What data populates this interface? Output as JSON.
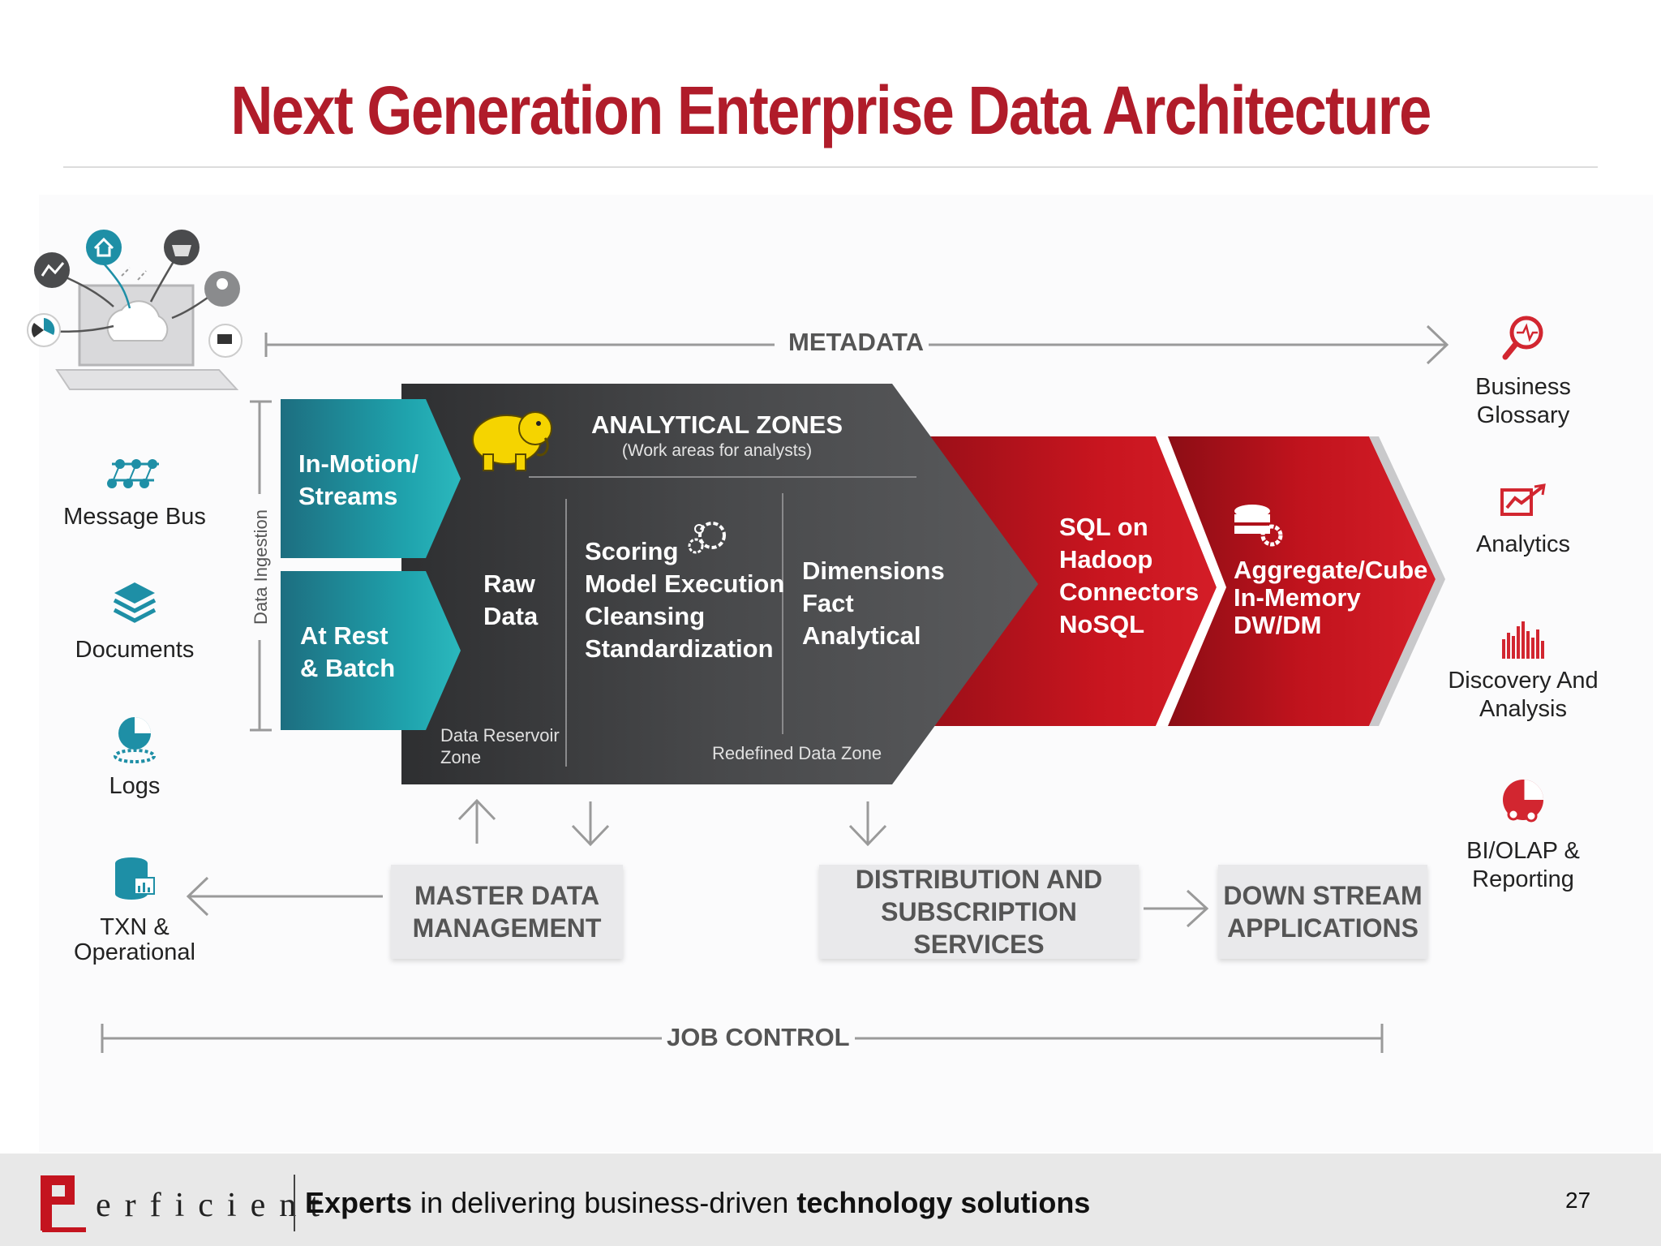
{
  "title": "Next Generation Enterprise Data Architecture",
  "metadata_label": "METADATA",
  "job_control_label": "JOB CONTROL",
  "data_ingestion_label": "Data Ingestion",
  "sources": [
    {
      "label": "Message Bus",
      "icon": "message-bus-icon"
    },
    {
      "label": "Documents",
      "icon": "documents-stack-icon"
    },
    {
      "label": "Logs",
      "icon": "logs-icon"
    },
    {
      "label": "TXN &\nOperational",
      "icon": "database-chart-icon"
    }
  ],
  "ingestion": {
    "streams": "In-Motion/\nStreams",
    "batch": "At Rest\n& Batch"
  },
  "analytical_zones": {
    "title": "ANALYTICAL ZONES",
    "subtitle": "(Work areas for analysts)",
    "raw_data": "Raw\nData",
    "processing": "Scoring\nModel Execution\nCleansing\nStandardization",
    "dimensions": "Dimensions\nFact\nAnalytical",
    "reservoir_zone": "Data Reservoir\nZone",
    "redefined_zone": "Redefined Data Zone"
  },
  "sql_chevron": "SQL on\nHadoop\nConnectors\nNoSQL",
  "aggregate_chevron": "Aggregate/Cube\nIn-Memory\nDW/DM",
  "outputs": [
    {
      "label": "Business\nGlossary",
      "icon": "magnifier-pulse-icon"
    },
    {
      "label": "Analytics",
      "icon": "trend-chart-icon"
    },
    {
      "label": "Discovery And\nAnalysis",
      "icon": "bar-chart-icon"
    },
    {
      "label": "BI/OLAP &\nReporting",
      "icon": "pie-gear-icon"
    }
  ],
  "boxes": {
    "mdm": "MASTER DATA\nMANAGEMENT",
    "distribution": "DISTRIBUTION AND\nSUBSCRIPTION SERVICES",
    "downstream": "DOWN STREAM\nAPPLICATIONS"
  },
  "footer": {
    "brand": "erficient",
    "tagline_bold1": "Experts",
    "tagline_mid": " in delivering business-driven ",
    "tagline_bold2": "technology solutions",
    "page_number": "27"
  },
  "colors": {
    "title_red": "#b01c2a",
    "teal": "#1c9aa5",
    "dark_gray": "#3d3e40",
    "red": "#c4141f",
    "teal_icon": "#1e8fa6"
  }
}
